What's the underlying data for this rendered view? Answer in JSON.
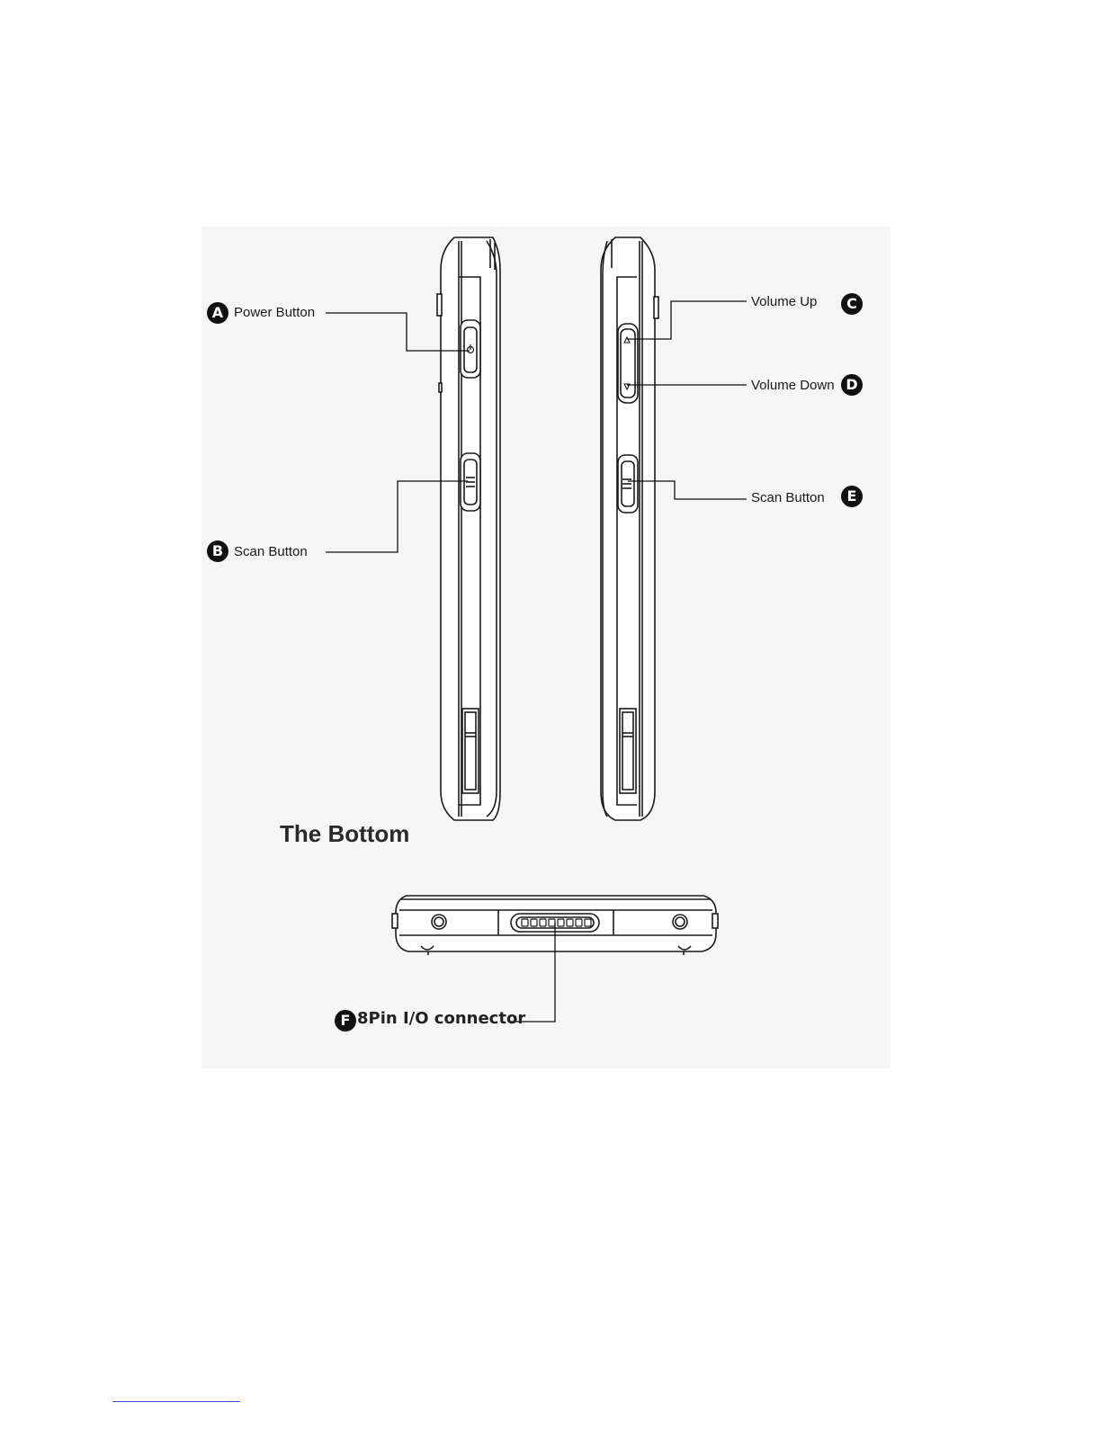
{
  "callouts": {
    "a": {
      "letter": "A",
      "label": "Power Button"
    },
    "b": {
      "letter": "B",
      "label": "Scan Button"
    },
    "c": {
      "letter": "C",
      "label": "Volume Up"
    },
    "d": {
      "letter": "D",
      "label": "Volume Down"
    },
    "e": {
      "letter": "E",
      "label": "Scan Button"
    },
    "f": {
      "letter": "F",
      "label": "8Pin I/O connector"
    }
  },
  "section_heading": "The Bottom",
  "colors": {
    "line": "#111111",
    "figure_bg": "#f5f5f5",
    "footnote_rule": "#3a53c4"
  }
}
